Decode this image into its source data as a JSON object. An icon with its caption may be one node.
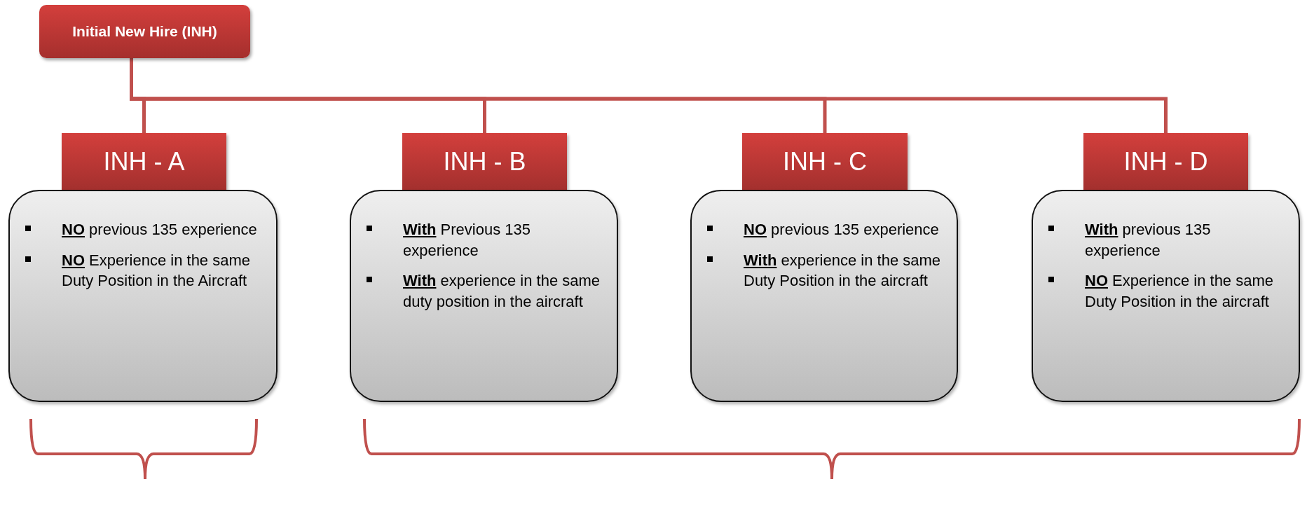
{
  "diagram": {
    "nodes": [
      {
        "text": [
          "Initial New Hire (INH)"
        ]
      },
      {
        "text": [
          "INH - A"
        ]
      },
      {
        "text": [
          "INH - B"
        ]
      },
      {
        "text": [
          "INH - C"
        ]
      },
      {
        "text": [
          "INH - D"
        ]
      },
      {
        "text": [
          "**NO** previous 135 experience",
          "**NO** Experience in the same Duty Position in the Aircraft"
        ]
      },
      {
        "text": [
          "**With** Previous 135 experience",
          "**With** experience in the same duty position in the aircraft"
        ]
      },
      {
        "text": [
          "**NO** previous 135 experience",
          "**With** experience in the same Duty Position in the aircraft"
        ]
      },
      {
        "text": [
          "**With** previous 135 experience",
          "**NO** Experience in the same Duty Position in the aircraft"
        ]
      }
    ],
    "edges": [
      {
        "from": 0,
        "to": 1,
        "arrow": "none"
      },
      {
        "from": 0,
        "to": 2,
        "arrow": "none"
      },
      {
        "from": 0,
        "to": 3,
        "arrow": "none"
      },
      {
        "from": 0,
        "to": 4,
        "arrow": "none"
      }
    ]
  }
}
